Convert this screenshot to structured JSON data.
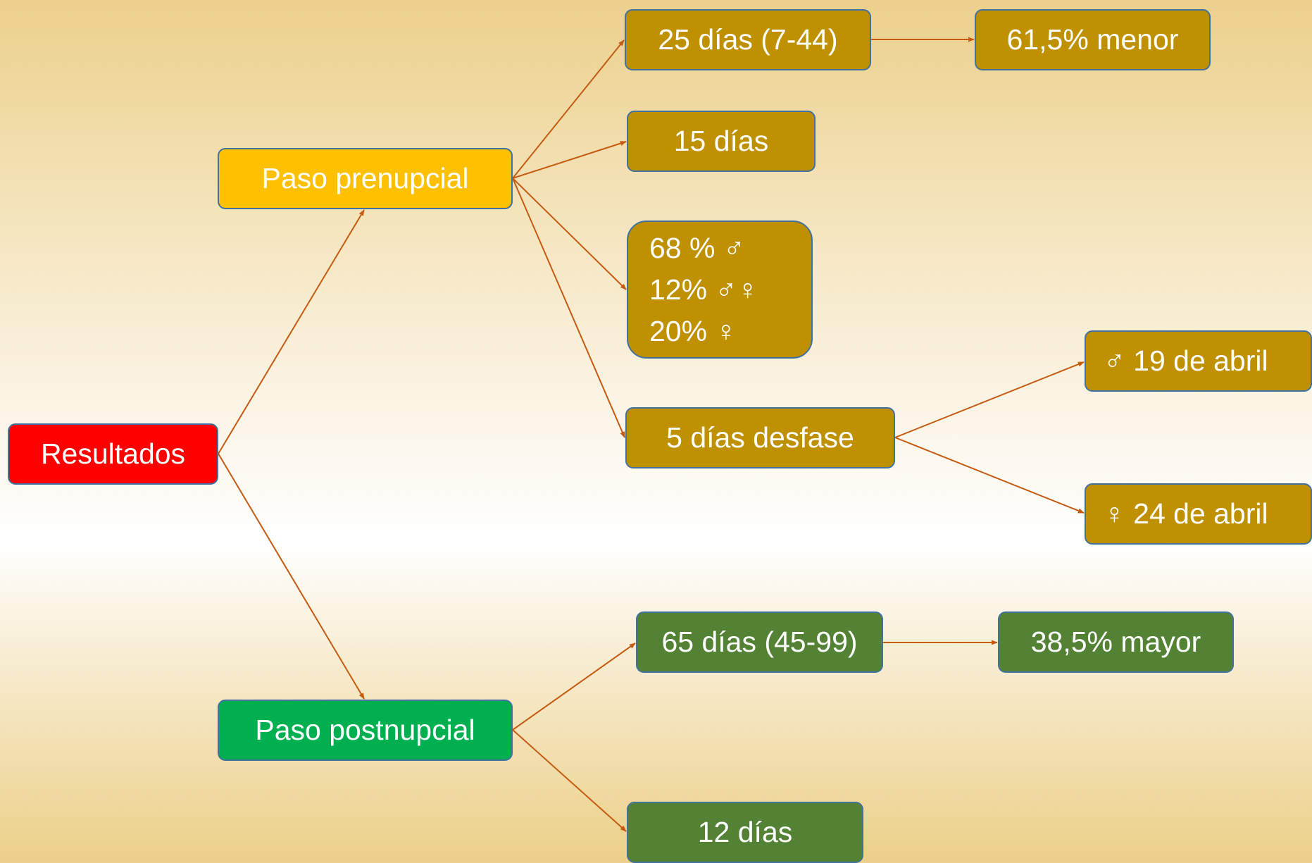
{
  "diagram": {
    "root": {
      "label": "Resultados",
      "color": "#ff0000"
    },
    "prenupcial": {
      "label": "Paso prenupcial",
      "color": "#ffc000",
      "children": {
        "duracion": "25 días (7-44)",
        "comparacion": "61,5% menor",
        "dias": "15 días",
        "sexos": [
          "68 % ♂",
          "12% ♂♀",
          "20% ♀"
        ],
        "desfase": "5 días desfase",
        "macho": "♂ 19 de abril",
        "hembra": "♀ 24 de abril"
      },
      "child_color": "#bf9000"
    },
    "postnupcial": {
      "label": "Paso postnupcial",
      "color": "#00b050",
      "children": {
        "duracion": "65 días (45-99)",
        "comparacion": "38,5% mayor",
        "dias": "12 días"
      },
      "child_color": "#548235"
    },
    "connector_color": "#c55a11",
    "border_color": "#41719c"
  }
}
